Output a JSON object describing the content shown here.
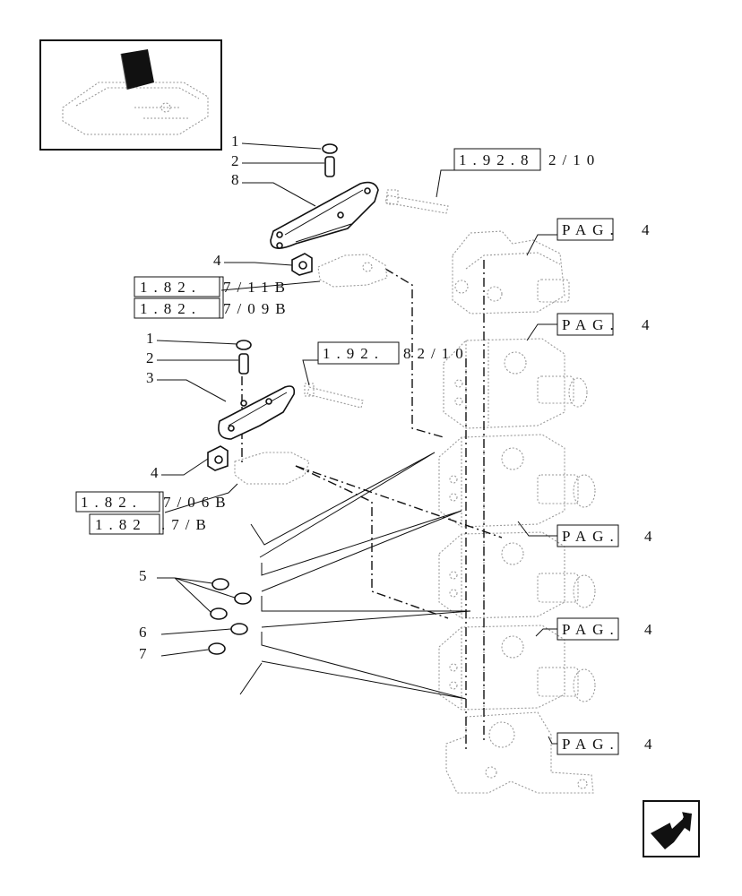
{
  "callouts": {
    "c1a": "1",
    "c2a": "2",
    "c8": "8",
    "c4a": "4",
    "c1b": "1",
    "c2b": "2",
    "c3": "3",
    "c4b": "4",
    "c5": "5",
    "c6": "6",
    "c7": "7"
  },
  "refs": {
    "r1": {
      "boxed": "1.92.8",
      "rest": "2/10"
    },
    "r2": {
      "boxed": "1.82.",
      "rest": "7/11B"
    },
    "r3": {
      "boxed": "1.82.",
      "rest": "7/09B"
    },
    "r4": {
      "boxed": "1.92.",
      "rest": "82/10"
    },
    "r5": {
      "boxed": "1.82.",
      "rest": "7/06B"
    },
    "r6": {
      "boxed": "1.82",
      "rest": ".7/B"
    }
  },
  "pag": [
    {
      "boxed": "PAG.",
      "num": "4"
    },
    {
      "boxed": "PAG.",
      "num": "4"
    },
    {
      "boxed": "PAG.",
      "num": "4"
    },
    {
      "boxed": "PAG.",
      "num": "4"
    },
    {
      "boxed": "PAG.",
      "num": "4"
    }
  ],
  "icons": {
    "thumbnail": "assembly-thumbnail-icon",
    "next": "next-page-arrow-icon"
  },
  "colors": {
    "line": "#111111",
    "ghost": "#9a9a9a"
  }
}
